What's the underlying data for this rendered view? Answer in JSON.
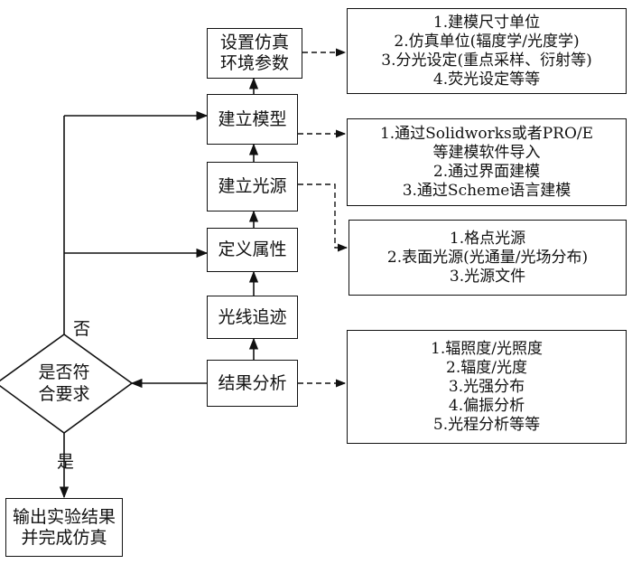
{
  "steps": {
    "setup": [
      "设置仿真",
      "环境参数"
    ],
    "model": "建立模型",
    "light": "建立光源",
    "props": "定义属性",
    "trace": "光线追迹",
    "analysis": "结果分析",
    "output": [
      "输出实验结果",
      "并完成仿真"
    ]
  },
  "decision": [
    "是否符",
    "合要求"
  ],
  "edge_labels": {
    "no": "否",
    "yes": "是"
  },
  "notes": {
    "setup": [
      "1.建模尺寸单位",
      "2.仿真单位(辐度学/光度学)",
      "3.分光设定(重点采样、衍射等)",
      "4.荧光设定等等"
    ],
    "model": [
      "1.通过Solidworks或者PRO/E",
      "等建模软件导入",
      "2.通过界面建模",
      "3.通过Scheme语言建模"
    ],
    "light": [
      "1.格点光源",
      "2.表面光源(光通量/光场分布)",
      "3.光源文件"
    ],
    "analysis": [
      "1.辐照度/光照度",
      "2.辐度/光度",
      "3.光强分布",
      "4.偏振分析",
      "5.光程分析等等"
    ]
  },
  "colors": {
    "line": "#111111",
    "background": "#ffffff"
  }
}
